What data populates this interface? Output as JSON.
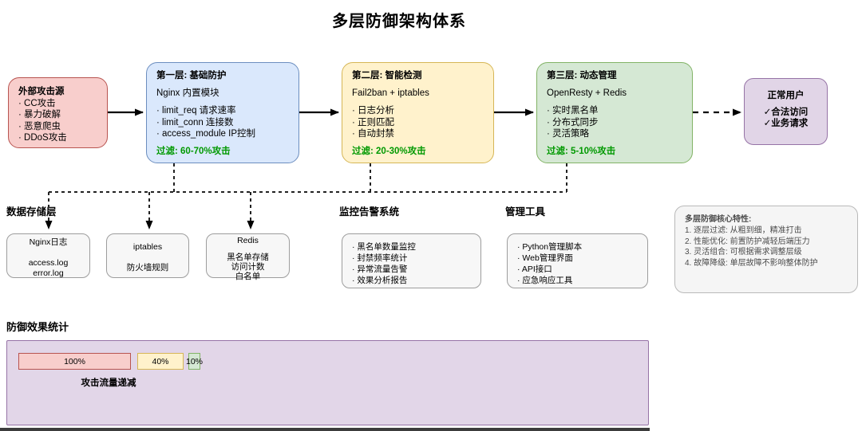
{
  "title": "多层防御架构体系",
  "flow": {
    "source": {
      "title": "外部攻击源",
      "items": [
        "· CC攻击",
        "· 暴力破解",
        "· 恶意爬虫",
        "· DDoS攻击"
      ]
    },
    "layer1": {
      "title": "第一层: 基础防护",
      "subtitle": "Nginx 内置模块",
      "items": [
        "· limit_req 请求速率",
        "· limit_conn 连接数",
        "· access_module IP控制"
      ],
      "filter": "过滤: 60-70%攻击"
    },
    "layer2": {
      "title": "第二层: 智能检测",
      "subtitle": "Fail2ban + iptables",
      "items": [
        "· 日志分析",
        "· 正则匹配",
        "· 自动封禁"
      ],
      "filter": "过滤: 20-30%攻击"
    },
    "layer3": {
      "title": "第三层: 动态管理",
      "subtitle": "OpenResty + Redis",
      "items": [
        "· 实时黑名单",
        "· 分布式同步",
        "· 灵活策略"
      ],
      "filter": "过滤: 5-10%攻击"
    },
    "user": {
      "title": "正常用户",
      "items": [
        "✓合法访问",
        "✓业务请求"
      ]
    }
  },
  "storage": {
    "label": "数据存储层",
    "nginx": {
      "title": "Nginx日志",
      "lines": [
        "access.log",
        "error.log"
      ]
    },
    "iptables": {
      "title": "iptables",
      "lines": [
        "防火墙规则"
      ]
    },
    "redis": {
      "title": "Redis",
      "lines": [
        "黑名单存储",
        "访问计数",
        "白名单"
      ]
    }
  },
  "monitoring": {
    "label": "监控告警系统",
    "items": [
      "· 黑名单数量监控",
      "· 封禁频率统计",
      "· 异常流量告警",
      "· 效果分析报告"
    ]
  },
  "management": {
    "label": "管理工具",
    "items": [
      "· Python管理脚本",
      "· Web管理界面",
      "· API接口",
      "· 应急响应工具"
    ]
  },
  "notes": {
    "title": "多层防御核心特性:",
    "items": [
      "1. 逐层过滤: 从粗到细，精准打击",
      "2. 性能优化: 前置防护减轻后端压力",
      "3. 灵活组合: 可根据需求调整层级",
      "4. 故障降级: 单层故障不影响整体防护"
    ]
  },
  "stats": {
    "label": "防御效果统计",
    "caption": "攻击流量递减",
    "bars": [
      {
        "label": "100%",
        "value": 100
      },
      {
        "label": "40%",
        "value": 40
      },
      {
        "label": "10%",
        "value": 10
      }
    ]
  },
  "colors": {
    "attack_fill": "#f8cecc",
    "attack_stroke": "#b85450",
    "layer1_fill": "#dae8fc",
    "layer1_stroke": "#6c8ebf",
    "layer2_fill": "#fff2cc",
    "layer2_stroke": "#d6b656",
    "layer3_fill": "#d5e8d4",
    "layer3_stroke": "#82b366",
    "user_fill": "#e1d5e7",
    "user_stroke": "#9673a6",
    "filter_text": "#009900",
    "panel_fill": "#e2d6e8"
  }
}
